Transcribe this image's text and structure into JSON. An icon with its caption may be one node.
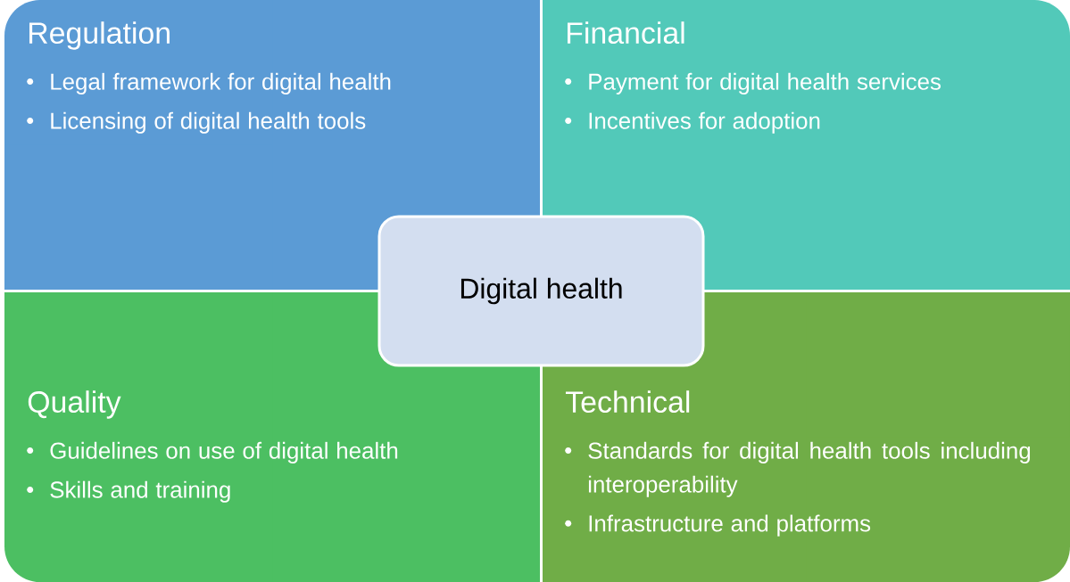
{
  "diagram": {
    "nodes": [
      {
        "text": [
          "Regulation",
          "Legal framework for digital health",
          "Licensing of digital health tools"
        ]
      },
      {
        "text": [
          "Financial",
          "Payment for digital health services",
          "Incentives for adoption"
        ]
      },
      {
        "text": [
          "Quality",
          "Guidelines on use of digital health",
          "Skills and training"
        ]
      },
      {
        "text": [
          "Technical",
          "Standards for digital health tools including interoperability",
          "Infrastructure and platforms"
        ]
      },
      {
        "text": [
          "Digital health"
        ]
      }
    ]
  }
}
